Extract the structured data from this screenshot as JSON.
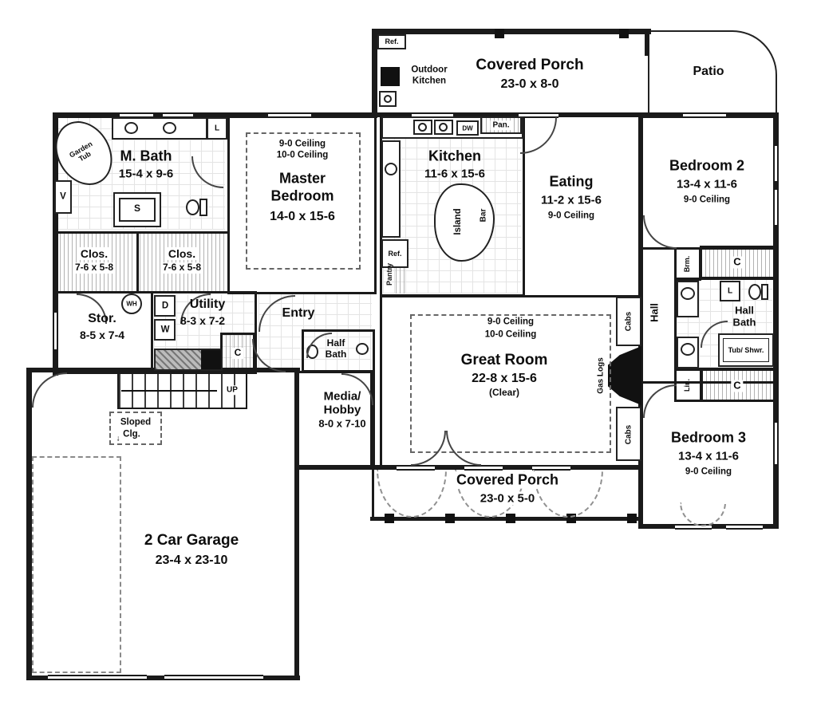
{
  "colors": {
    "wall": "#1a1a1a",
    "background": "#ffffff"
  },
  "rooms": {
    "covered_porch_top": {
      "name": "Covered Porch",
      "dims": "23-0 x 8-0"
    },
    "patio": {
      "name": "Patio"
    },
    "outdoor_kitchen": {
      "name_line1": "Outdoor",
      "name_line2": "Kitchen"
    },
    "m_bath": {
      "name": "M. Bath",
      "dims": "15-4 x 9-6"
    },
    "master_bedroom": {
      "ceiling_line1": "9-0 Ceiling",
      "ceiling_line2": "10-0 Ceiling",
      "name_line1": "Master",
      "name_line2": "Bedroom",
      "dims": "14-0 x 15-6"
    },
    "kitchen": {
      "name": "Kitchen",
      "dims": "11-6 x 15-6"
    },
    "eating": {
      "name": "Eating",
      "dims": "11-2 x 15-6",
      "ceiling": "9-0 Ceiling"
    },
    "bedroom_2": {
      "name": "Bedroom 2",
      "dims": "13-4 x 11-6",
      "ceiling": "9-0 Ceiling"
    },
    "closet_left": {
      "name": "Clos.",
      "dims": "7-6 x 5-8"
    },
    "closet_right": {
      "name": "Clos.",
      "dims": "7-6 x 5-8"
    },
    "storage": {
      "name": "Stor.",
      "dims": "8-5 x 7-4"
    },
    "utility": {
      "name": "Utility",
      "dims": "8-3 x 7-2"
    },
    "entry": {
      "name": "Entry"
    },
    "half_bath": {
      "name_line1": "Half",
      "name_line2": "Bath"
    },
    "great_room": {
      "ceiling_line1": "9-0 Ceiling",
      "ceiling_line2": "10-0 Ceiling",
      "name": "Great Room",
      "dims": "22-8 x 15-6",
      "note": "(Clear)"
    },
    "hall": {
      "name": "Hall"
    },
    "hall_bath": {
      "name_line1": "Hall",
      "name_line2": "Bath"
    },
    "media_hobby": {
      "name_line1": "Media/",
      "name_line2": "Hobby",
      "dims": "8-0 x 7-10"
    },
    "covered_porch_bottom": {
      "name": "Covered Porch",
      "dims": "23-0 x 5-0"
    },
    "bedroom_3": {
      "name": "Bedroom 3",
      "dims": "13-4 x 11-6",
      "ceiling": "9-0 Ceiling"
    },
    "garage": {
      "name": "2 Car Garage",
      "dims": "23-4 x 23-10"
    }
  },
  "fixtures": {
    "outdoor_ref": "Ref.",
    "garden_tub_line1": "Garden",
    "garden_tub_line2": "Tub",
    "mbath_linen": "L",
    "mbath_vanity": "V",
    "shower": "S",
    "water_heater": "WH",
    "dryer": "D",
    "washer": "W",
    "entry_closet": "C",
    "stairs_up": "UP",
    "sloped_line1": "Sloped",
    "sloped_line2": "Clg.",
    "pantry_cab": "Pan.",
    "dishwasher": "DW",
    "island": "Island",
    "bar": "Bar",
    "kitchen_ref": "Ref.",
    "pantry": "Pantry",
    "cabs_upper": "Cabs",
    "gas_logs": "Gas Logs",
    "cabs_lower": "Cabs",
    "broom": "Brm.",
    "hall_closet_upper": "C",
    "hall_linen": "L",
    "tub_shower": "Tub/ Shwr.",
    "linen_closet": "Lin.",
    "hall_closet_lower": "C"
  },
  "icons": {
    "sloped_ceiling_arrow": "↓"
  }
}
